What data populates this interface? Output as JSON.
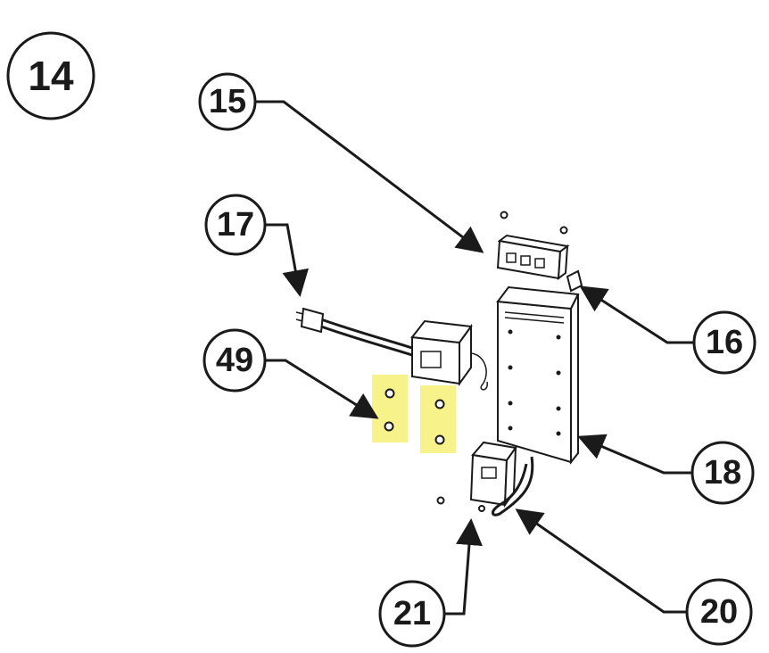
{
  "figure_number": "14",
  "callouts": {
    "c15": "15",
    "c16": "16",
    "c17": "17",
    "c18": "18",
    "c20": "20",
    "c21": "21",
    "c49": "49"
  },
  "highlight_color": "#f7f28a",
  "ink_color": "#1a1a1a"
}
